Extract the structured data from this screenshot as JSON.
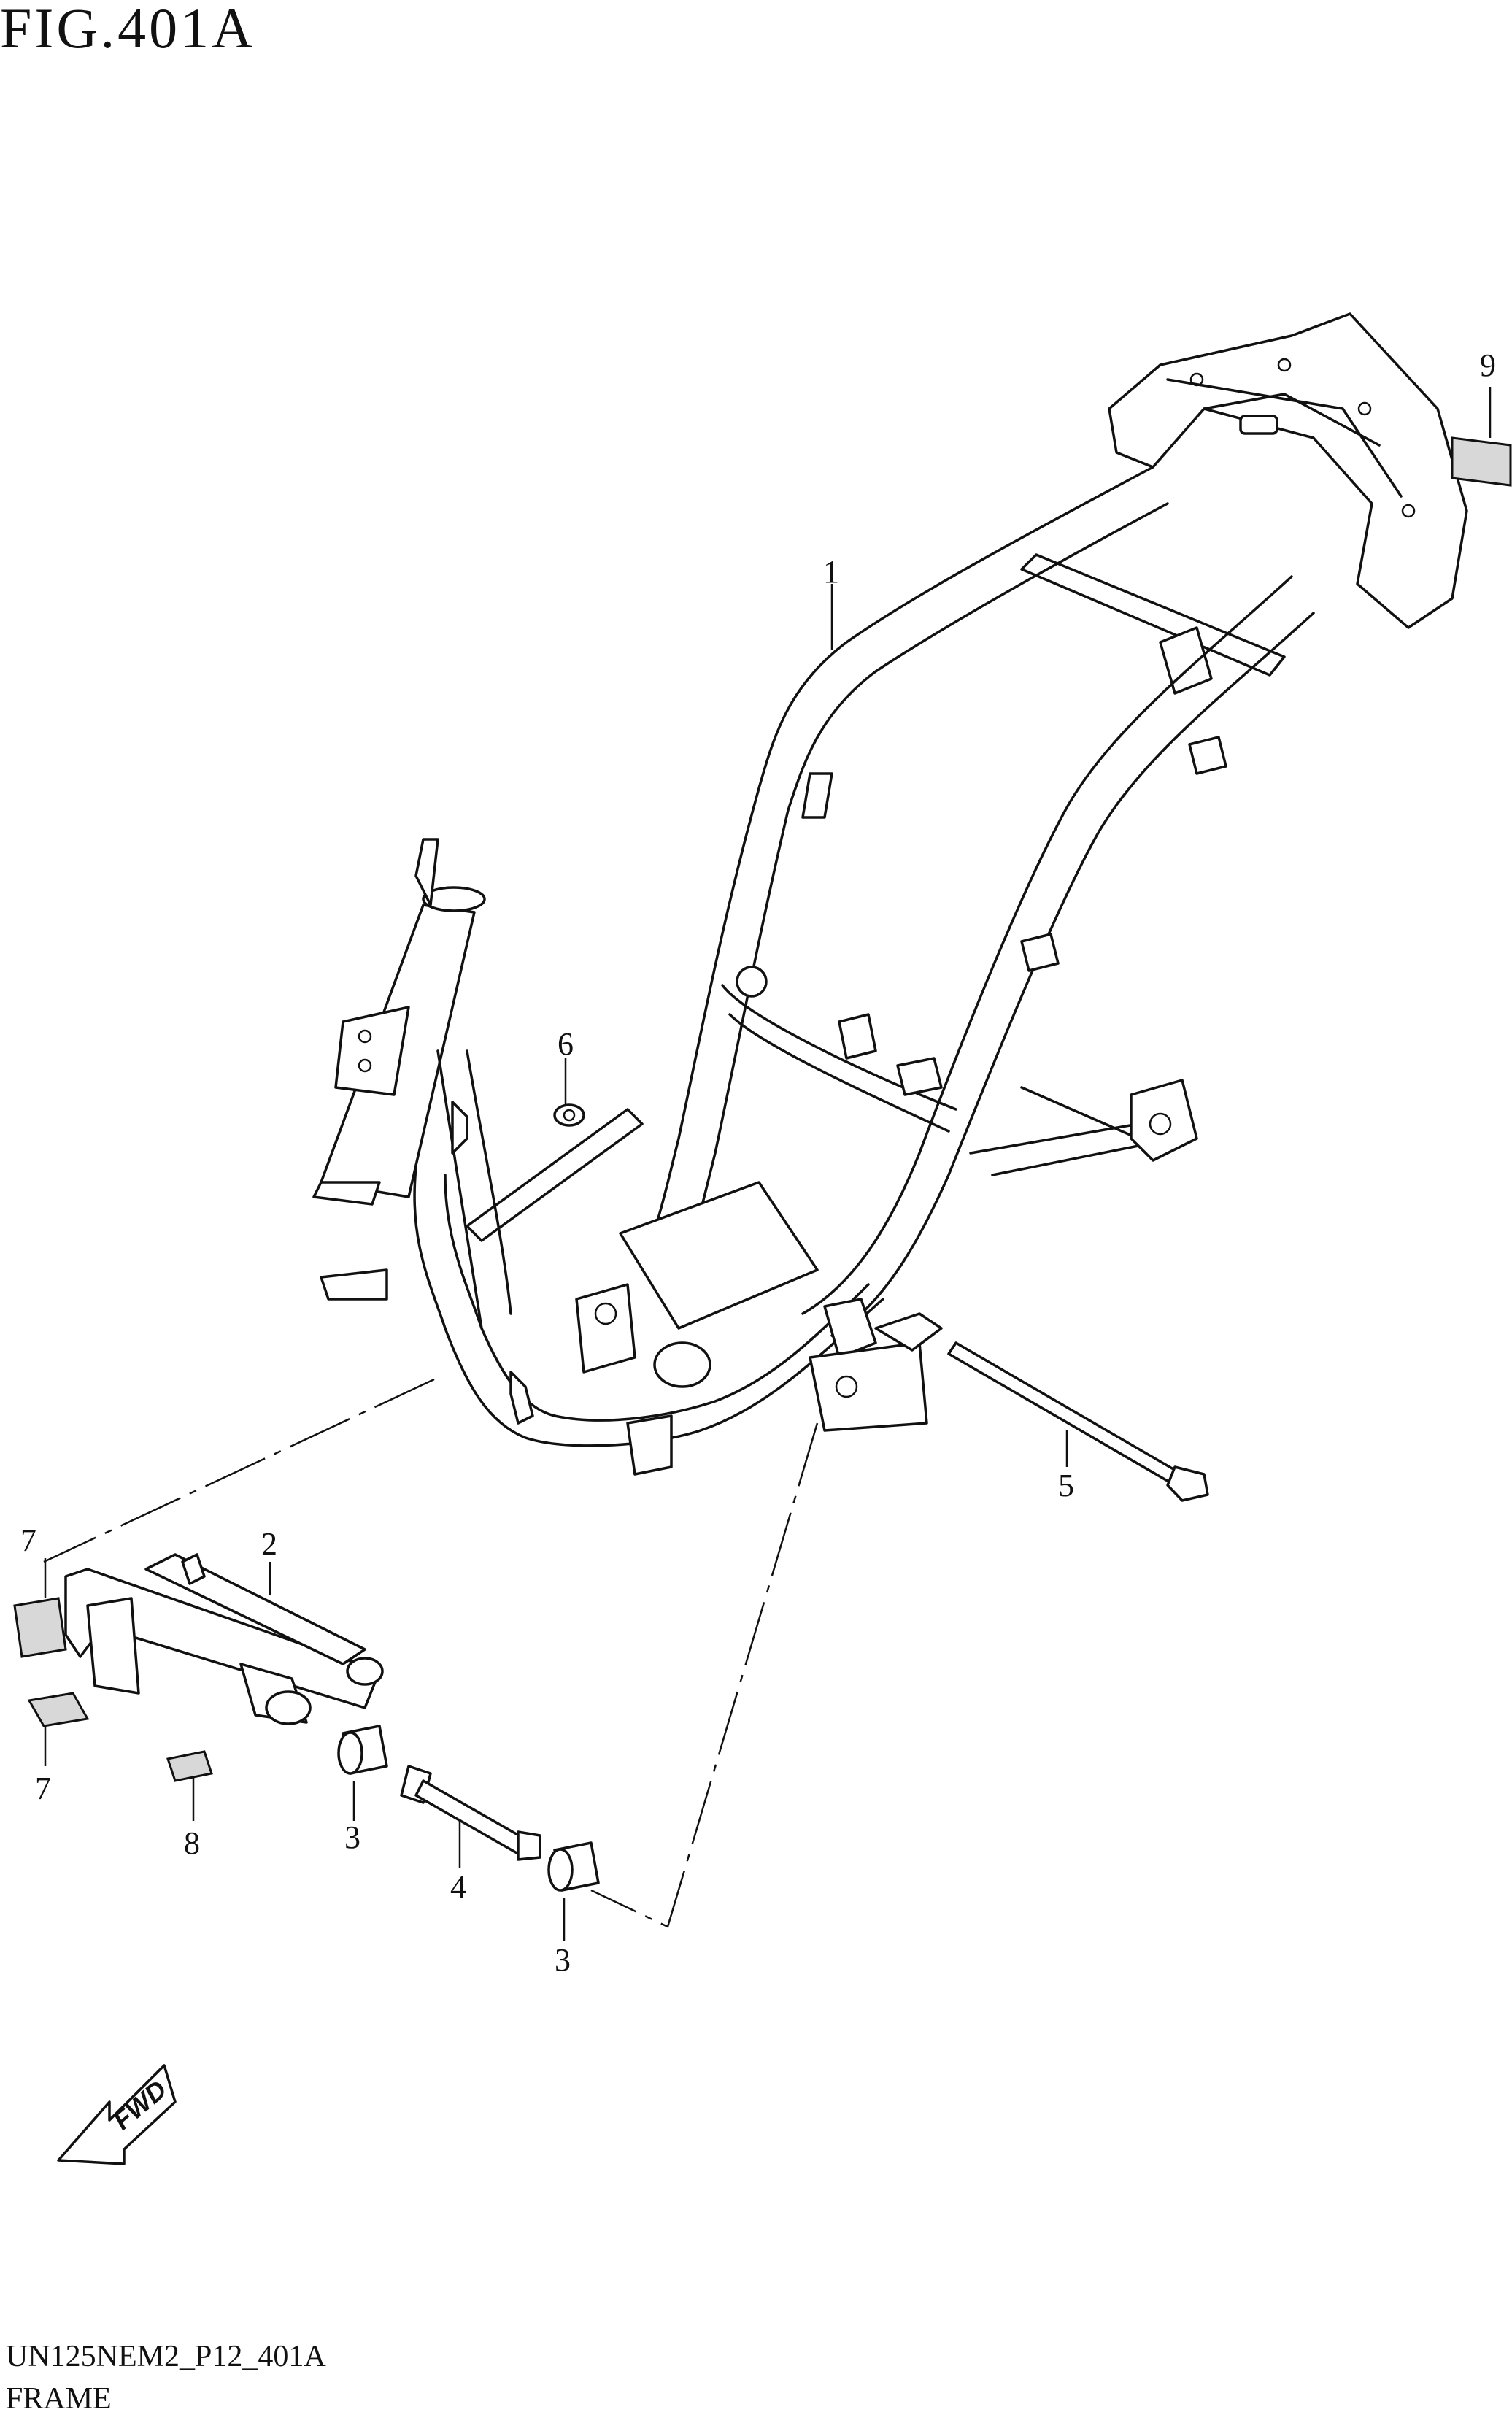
{
  "figure": {
    "title": "FIG.401A",
    "drawing_code": "UN125NEM2_P12_401A",
    "section_name": "FRAME",
    "fwd_label": "FWD"
  },
  "callouts": [
    {
      "id": "1",
      "label": "1"
    },
    {
      "id": "2",
      "label": "2"
    },
    {
      "id": "3a",
      "label": "3"
    },
    {
      "id": "3b",
      "label": "3"
    },
    {
      "id": "4",
      "label": "4"
    },
    {
      "id": "5",
      "label": "5"
    },
    {
      "id": "6",
      "label": "6"
    },
    {
      "id": "7a",
      "label": "7"
    },
    {
      "id": "7b",
      "label": "7"
    },
    {
      "id": "8",
      "label": "8"
    },
    {
      "id": "9",
      "label": "9"
    }
  ]
}
